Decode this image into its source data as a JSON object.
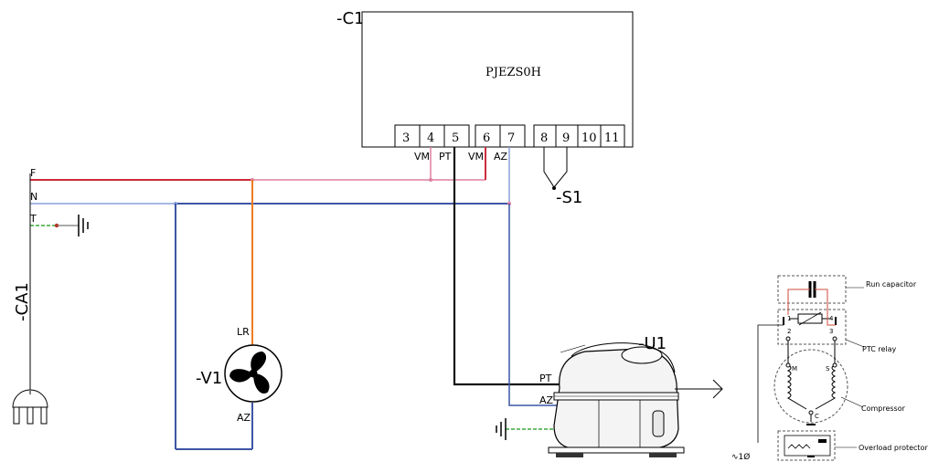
{
  "controller": {
    "ref": "-C1",
    "model": "PJEZS0H",
    "terminals": [
      "3",
      "4",
      "5",
      "6",
      "7",
      "8",
      "9",
      "10",
      "11"
    ],
    "terminal_labels": {
      "vm1": "VM",
      "pt": "PT",
      "vm2": "VM",
      "az": "AZ"
    }
  },
  "supply": {
    "ref": "-CA1",
    "lines": {
      "f": "F",
      "n": "N",
      "t": "T"
    }
  },
  "sensor": {
    "ref": "-S1"
  },
  "fan": {
    "ref": "-V1",
    "lr": "LR",
    "az": "AZ"
  },
  "compressor": {
    "ref": "-U1",
    "pt": "PT",
    "az": "AZ"
  },
  "wiring_detail": {
    "run_capacitor": "Run capacitor",
    "ptc_relay": "PTC relay",
    "compressor": "Compressor",
    "overload_protector": "Overload protector",
    "supply_symbol": "∿1Ø",
    "pins": {
      "p1": "1",
      "p2": "2",
      "p3": "3",
      "p4": "4",
      "m": "M",
      "s": "S",
      "c": "C"
    }
  },
  "colors": {
    "phase": "#cc2b3c",
    "phase_light": "#e07fa0",
    "neutral": "#3c55a5",
    "neutral_light": "#8aa0d8",
    "earth": "#3aa83a",
    "fan_lr": "#f07c20",
    "pt_wire": "#111111",
    "detail_red": "#d14a3a"
  }
}
